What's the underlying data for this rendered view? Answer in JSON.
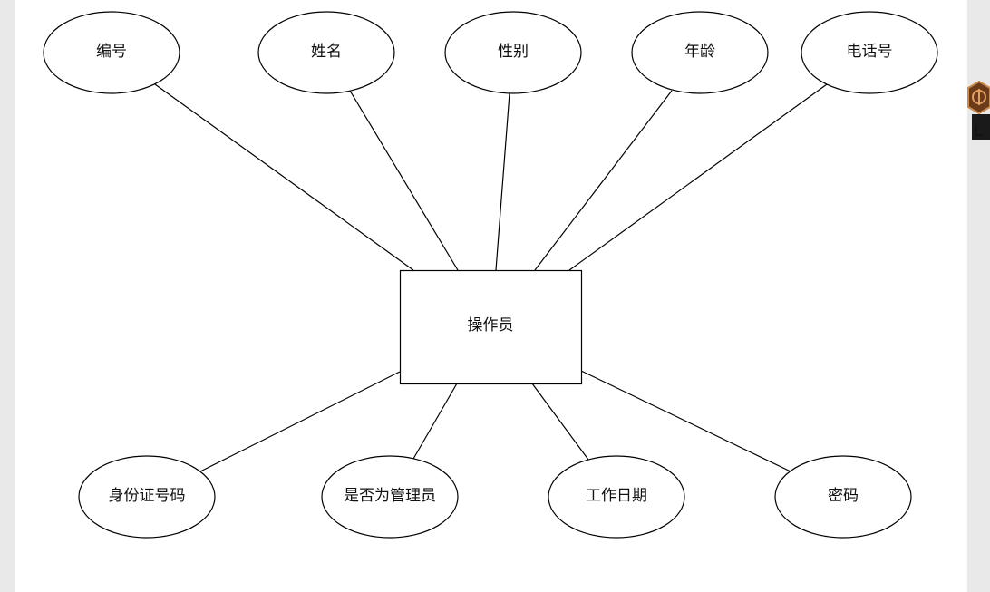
{
  "diagram": {
    "entity": "操作员",
    "attributes_top": [
      "编号",
      "姓名",
      "性别",
      "年龄",
      "电话号"
    ],
    "attributes_bottom": [
      "身份证号码",
      "是否为管理员",
      "工作日期",
      "密码"
    ]
  }
}
